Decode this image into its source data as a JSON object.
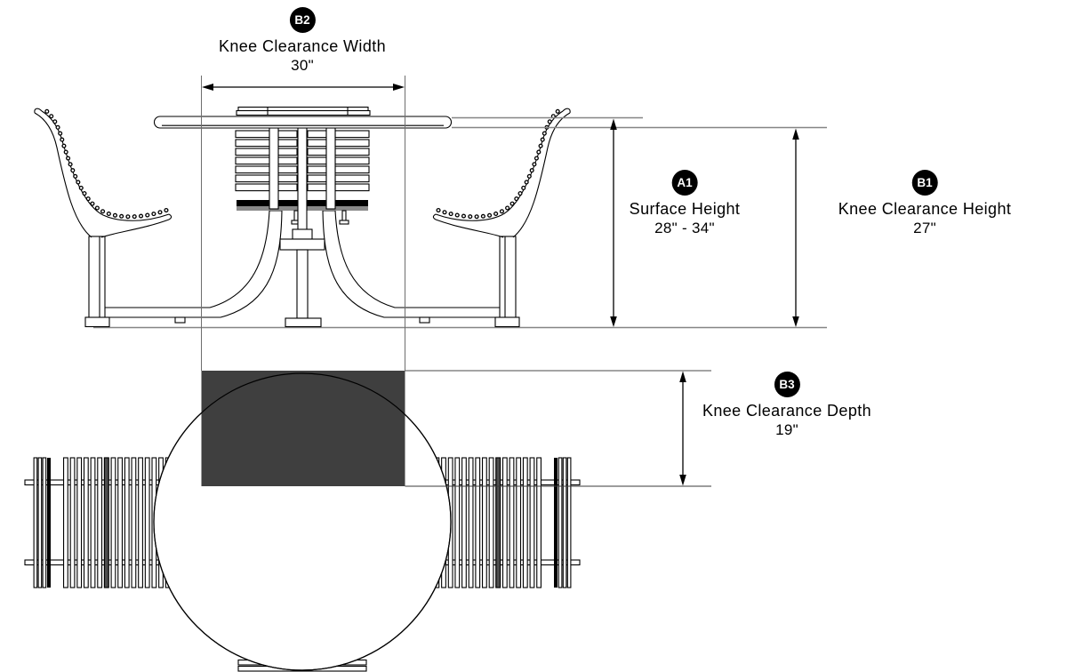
{
  "callouts": {
    "b2": {
      "badge": "B2",
      "label": "Knee Clearance Width",
      "value": "30\""
    },
    "a1": {
      "badge": "A1",
      "label": "Surface Height",
      "value": "28\" - 34\""
    },
    "b1": {
      "badge": "B1",
      "label": "Knee Clearance Height",
      "value": "27\""
    },
    "b3": {
      "badge": "B3",
      "label": "Knee Clearance Depth",
      "value": "19\""
    }
  },
  "colors": {
    "line": "#000000",
    "reference_line": "#858585",
    "clearance_area_fill": "#3f3f3f",
    "badge_background": "#000000",
    "badge_text": "#ffffff"
  }
}
